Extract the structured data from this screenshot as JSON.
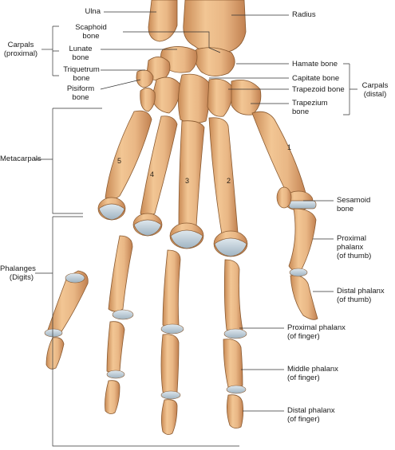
{
  "labels": {
    "ulna": "Ulna",
    "radius": "Radius",
    "carpals_proximal": "Carpals\n(proximal)",
    "scaphoid": "Scaphoid\nbone",
    "lunate": "Lunate\nbone",
    "triquetrum": "Triquetrum\nbone",
    "pisiform": "Pisiform\nbone",
    "hamate": "Hamate bone",
    "capitate": "Capitate bone",
    "trapezoid": "Trapezoid bone",
    "trapezium": "Trapezium\nbone",
    "carpals_distal": "Carpals\n(distal)",
    "metacarpals": "Metacarpals",
    "sesamoid": "Sesamoid\nbone",
    "proximal_phalanx_thumb": "Proximal\nphalanx\n(of thumb)",
    "distal_phalanx_thumb": "Distal phalanx\n(of thumb)",
    "phalanges": "Phalanges\n(Digits)",
    "proximal_phalanx_finger": "Proximal phalanx\n(of finger)",
    "middle_phalanx_finger": "Middle phalanx\n(of finger)",
    "distal_phalanx_finger": "Distal phalanx\n(of finger)"
  },
  "metacarpal_numbers": {
    "m1": "1",
    "m2": "2",
    "m3": "3",
    "m4": "4",
    "m5": "5"
  },
  "colors": {
    "bone": "#e9b785",
    "bone_shadow": "#c98a55",
    "cartilage": "#b6c7d2",
    "outline": "#8a5a30",
    "leader_line": "#333333"
  }
}
